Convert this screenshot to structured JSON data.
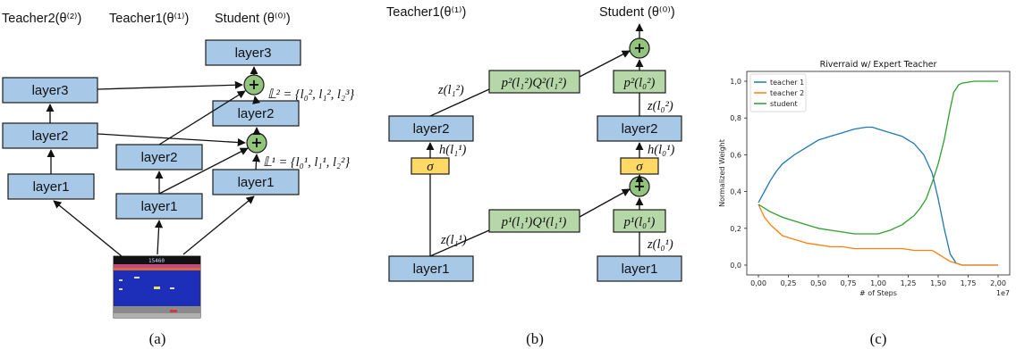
{
  "panel_a": {
    "headers": [
      "Teacher2(θ⁽²⁾)",
      "Teacher1(θ⁽¹⁾)",
      "Student (θ⁽⁰⁾)"
    ],
    "teacher2_layers": [
      "layer3",
      "layer2",
      "layer1"
    ],
    "teacher1_layers": [
      "layer2",
      "layer1"
    ],
    "student_layers": [
      "layer3",
      "layer2",
      "layer1"
    ],
    "L2": "𝕃² = {l₀², l₁², l₂³}",
    "L1": "𝕃¹ = {l₀¹, l₁¹, l₂²}",
    "plus": "+",
    "game_score": "15460",
    "caption": "(a)"
  },
  "panel_b": {
    "headers": [
      "Teacher1(θ⁽¹⁾)",
      "Student (θ⁽⁰⁾)"
    ],
    "teacher_layer2": "layer2",
    "teacher_layer1": "layer1",
    "student_layer2": "layer2",
    "student_layer1": "layer1",
    "sigma": "σ",
    "gate_top_left": "p²(l₁²)Q²(l₁²)",
    "gate_bottom_left": "p¹(l₁¹)Q¹(l₁¹)",
    "gate_top_right": "p²(l₀²)",
    "gate_bottom_right": "p¹(l₀¹)",
    "z_l12": "z(l₁²)",
    "h_l11": "h(l₁¹)",
    "z_l11": "z(l₁¹)",
    "z_l02": "z(l₀²)",
    "h_l01": "h(l₀¹)",
    "z_l01": "z(l₀¹)",
    "plus": "+",
    "caption": "(b)"
  },
  "panel_c": {
    "caption": "(c)"
  },
  "chart_data": {
    "type": "line",
    "title": "Riverraid w/ Expert Teacher",
    "xlabel": "# of Steps",
    "ylabel": "Normalized Weight",
    "x_multiplier": "1e7",
    "xlim": [
      0,
      2.0
    ],
    "ylim": [
      0,
      1.0
    ],
    "xticks": [
      "0,00",
      "0,25",
      "0,50",
      "0,75",
      "1,00",
      "1,25",
      "1,50",
      "1,75",
      "2,00"
    ],
    "yticks": [
      "0,0",
      "0,2",
      "0,4",
      "0,6",
      "0,8",
      "1,0"
    ],
    "legend_position": "top-left",
    "series": [
      {
        "name": "teacher 1",
        "color": "#1f77b4",
        "x": [
          0,
          0.05,
          0.1,
          0.15,
          0.2,
          0.3,
          0.4,
          0.5,
          0.6,
          0.7,
          0.8,
          0.9,
          0.95,
          1.0,
          1.1,
          1.2,
          1.3,
          1.38,
          1.45,
          1.5,
          1.55,
          1.6,
          1.65,
          1.7,
          1.8,
          2.0
        ],
        "y": [
          0.34,
          0.4,
          0.46,
          0.51,
          0.55,
          0.6,
          0.64,
          0.68,
          0.7,
          0.72,
          0.74,
          0.75,
          0.75,
          0.74,
          0.72,
          0.7,
          0.66,
          0.6,
          0.5,
          0.36,
          0.2,
          0.06,
          0.01,
          0.0,
          0.0,
          0.0
        ]
      },
      {
        "name": "teacher 2",
        "color": "#ff7f0e",
        "x": [
          0,
          0.05,
          0.1,
          0.15,
          0.2,
          0.3,
          0.4,
          0.5,
          0.6,
          0.7,
          0.8,
          0.9,
          1.0,
          1.1,
          1.2,
          1.3,
          1.4,
          1.45,
          1.5,
          1.55,
          1.6,
          1.65,
          1.7,
          1.8,
          2.0
        ],
        "y": [
          0.33,
          0.26,
          0.22,
          0.19,
          0.16,
          0.14,
          0.12,
          0.11,
          0.1,
          0.1,
          0.09,
          0.09,
          0.09,
          0.09,
          0.09,
          0.08,
          0.08,
          0.08,
          0.06,
          0.04,
          0.02,
          0.01,
          0.0,
          0.0,
          0.0
        ]
      },
      {
        "name": "student",
        "color": "#2ca02c",
        "x": [
          0,
          0.1,
          0.2,
          0.3,
          0.4,
          0.5,
          0.6,
          0.7,
          0.8,
          0.9,
          1.0,
          1.1,
          1.2,
          1.3,
          1.35,
          1.4,
          1.45,
          1.5,
          1.55,
          1.6,
          1.63,
          1.67,
          1.7,
          1.8,
          2.0
        ],
        "y": [
          0.33,
          0.29,
          0.26,
          0.24,
          0.22,
          0.2,
          0.19,
          0.18,
          0.17,
          0.17,
          0.17,
          0.19,
          0.22,
          0.27,
          0.31,
          0.36,
          0.45,
          0.55,
          0.68,
          0.85,
          0.94,
          0.98,
          0.99,
          1.0,
          1.0
        ]
      }
    ]
  }
}
